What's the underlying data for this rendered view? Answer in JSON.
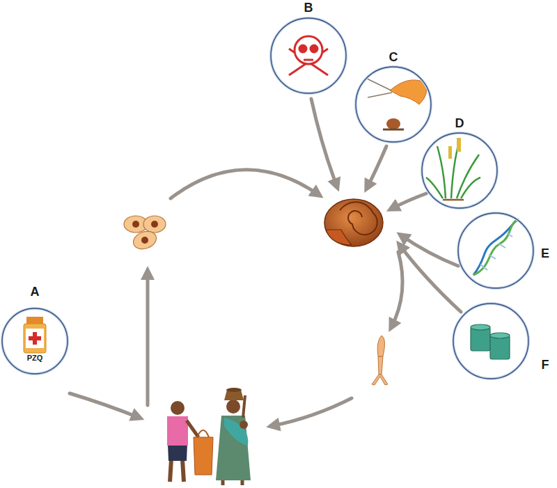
{
  "diagram": {
    "nodes": [
      {
        "text": [
          "A",
          "PZQ"
        ]
      },
      {
        "text": [
          "B"
        ]
      },
      {
        "text": [
          "C"
        ]
      },
      {
        "text": [
          "D"
        ]
      },
      {
        "text": [
          "E"
        ]
      },
      {
        "text": [
          "F"
        ]
      }
    ]
  }
}
